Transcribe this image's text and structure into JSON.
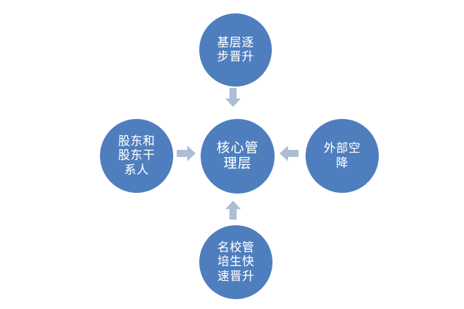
{
  "diagram": {
    "type": "hub-and-spoke",
    "background_color": "#ffffff",
    "node_fill_color": "#4e7ebe",
    "node_text_color": "#ffffff",
    "arrow_fill_color": "#aebdd6",
    "center": {
      "id": "core-management",
      "label": "核心管\n理层",
      "label_plain": "核心管理层"
    },
    "sources": [
      {
        "id": "grassroots-promotion",
        "position": "top",
        "label": "基层逐\n步晋升",
        "label_plain": "基层逐步晋升",
        "arrow": {
          "name": "arrow-down-icon",
          "direction": "down",
          "points_to": "center"
        }
      },
      {
        "id": "shareholders-and-stakeholders",
        "position": "left",
        "label": "股东和\n股东干\n系人",
        "label_plain": "股东和股东干系人",
        "arrow": {
          "name": "arrow-right-icon",
          "direction": "right",
          "points_to": "center"
        }
      },
      {
        "id": "external-hire",
        "position": "right",
        "label": "外部空\n降",
        "label_plain": "外部空降",
        "arrow": {
          "name": "arrow-left-icon",
          "direction": "left",
          "points_to": "center"
        }
      },
      {
        "id": "elite-trainee-fast-track",
        "position": "bottom",
        "label": "名校管\n培生快\n速晋升",
        "label_plain": "名校管培生快速晋升",
        "arrow": {
          "name": "arrow-up-icon",
          "direction": "up",
          "points_to": "center"
        }
      }
    ]
  }
}
